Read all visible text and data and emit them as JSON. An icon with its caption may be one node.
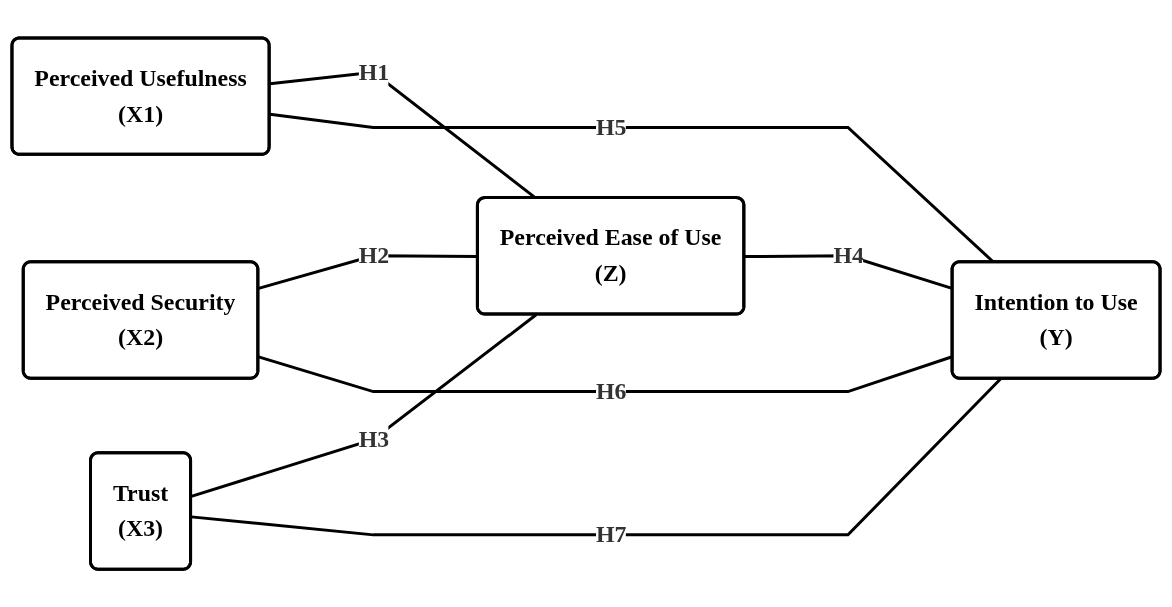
{
  "diagram": {
    "nodes": [
      {
        "text": [
          "Perceived Usefulness",
          "(X1)"
        ]
      },
      {
        "text": [
          "Perceived Security",
          "(X2)"
        ]
      },
      {
        "text": [
          "Perceived Ease of Use",
          "(Z)"
        ]
      },
      {
        "text": [
          "Trust",
          "(X3)"
        ]
      },
      {
        "text": [
          "Intention to Use",
          "(Y)"
        ]
      }
    ],
    "edges": [
      {
        "from": 0,
        "to": 2,
        "arrow": "none",
        "label": "H1"
      },
      {
        "from": 1,
        "to": 2,
        "arrow": "none",
        "label": "H2"
      },
      {
        "from": 3,
        "to": 2,
        "arrow": "none",
        "label": "H3"
      },
      {
        "from": 2,
        "to": 4,
        "arrow": "none",
        "label": "H4"
      },
      {
        "from": 0,
        "to": 4,
        "arrow": "none",
        "label": "H5"
      },
      {
        "from": 1,
        "to": 4,
        "arrow": "none",
        "label": "H6"
      },
      {
        "from": 3,
        "to": 4,
        "arrow": "none",
        "label": "H7"
      }
    ]
  }
}
